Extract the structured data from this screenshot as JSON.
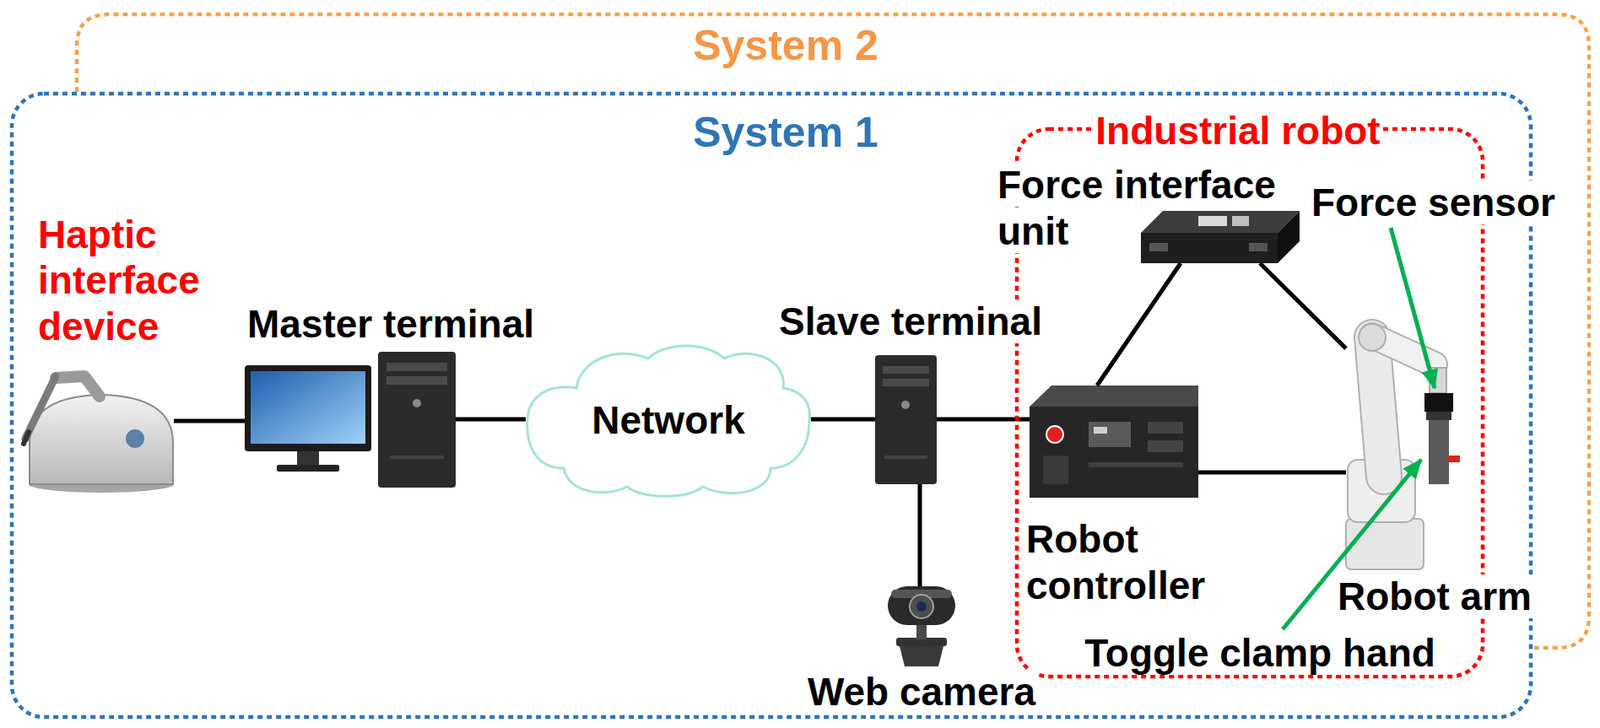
{
  "diagram": {
    "nodes": [
      {
        "text": [
          "System 2"
        ]
      },
      {
        "text": [
          "System 1"
        ],
        "in": 0
      },
      {
        "text": [
          "Haptic interface device"
        ],
        "in": 1
      },
      {
        "text": [
          "Master terminal"
        ],
        "in": 1
      },
      {
        "text": [
          "Network"
        ],
        "in": 1
      },
      {
        "text": [
          "Slave terminal"
        ],
        "in": 1
      },
      {
        "text": [
          "Industrial robot"
        ],
        "in": 1
      },
      {
        "text": [
          "Force interface unit"
        ],
        "in": 6
      },
      {
        "text": [
          "Robot controller"
        ],
        "in": 6
      },
      {
        "text": [
          "Robot arm"
        ],
        "in": 6
      },
      {
        "text": [
          "Web camera"
        ],
        "in": 1
      }
    ],
    "edges": [
      {
        "from": 2,
        "to": 3,
        "arrow": "none"
      },
      {
        "from": 3,
        "to": 4,
        "arrow": "none"
      },
      {
        "from": 4,
        "to": 5,
        "arrow": "none"
      },
      {
        "from": 5,
        "to": 8,
        "arrow": "none"
      },
      {
        "from": 5,
        "to": 10,
        "arrow": "none"
      },
      {
        "from": 8,
        "to": 7,
        "arrow": "none"
      },
      {
        "from": 7,
        "to": 9,
        "arrow": "none"
      },
      {
        "from": 8,
        "to": 9,
        "arrow": "none"
      }
    ],
    "labels": [
      "Force sensor",
      "Toggle clamp hand"
    ]
  }
}
